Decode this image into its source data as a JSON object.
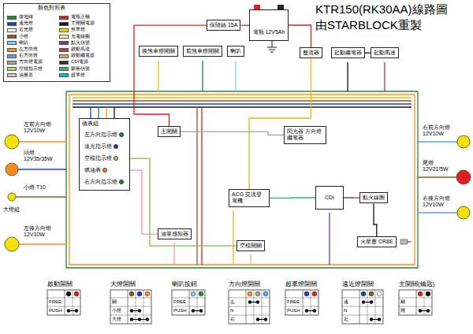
{
  "diagram": {
    "title": "KTR150(RK30AA)線路圖",
    "nodes": [
      {
        "text": [
          "儀表組"
        ]
      },
      {
        "text": [
          "左方向指示燈"
        ],
        "in": 0
      },
      {
        "text": [
          "遠光指示燈"
        ],
        "in": 0
      },
      {
        "text": [
          "空檔指示燈"
        ],
        "in": 0
      },
      {
        "text": [
          "燃油表"
        ],
        "in": 0
      },
      {
        "text": [
          "右方向指示燈"
        ],
        "in": 0
      },
      {
        "text": [
          "左前方向燈 12V10W"
        ]
      },
      {
        "text": [
          "頭燈 12V35/35W"
        ]
      },
      {
        "text": [
          "小燈 T10"
        ]
      },
      {
        "text": [
          "左後方向燈 12V10W"
        ]
      },
      {
        "text": [
          "右前方向燈 12V10W"
        ]
      },
      {
        "text": [
          "尾燈 12V21/5W"
        ]
      },
      {
        "text": [
          "右後方向燈 12V10W"
        ]
      },
      {
        "text": [
          "後煞車燈開關"
        ]
      },
      {
        "text": [
          "前煞車燈開關"
        ]
      },
      {
        "text": [
          "喇叭"
        ]
      },
      {
        "text": [
          "保險絲 15A"
        ]
      },
      {
        "text": [
          "電瓶 12V5Ah"
        ]
      },
      {
        "text": [
          "起動繼電器"
        ]
      },
      {
        "text": [
          "整流器"
        ]
      },
      {
        "text": [
          "起動馬達"
        ]
      },
      {
        "text": [
          "主開關"
        ]
      },
      {
        "text": [
          "ACG 交流發電機"
        ]
      },
      {
        "text": [
          "閃光器 方向燈繼電器"
        ]
      },
      {
        "text": [
          "CDI"
        ]
      },
      {
        "text": [
          "點火線圈"
        ]
      },
      {
        "text": [
          "火星塞 CR8E"
        ]
      },
      {
        "text": [
          "空檔開關"
        ]
      },
      {
        "text": [
          "油量感知器"
        ]
      }
    ],
    "edges": [
      {
        "from": 17,
        "to": 16,
        "arrow": "none"
      },
      {
        "from": 16,
        "to": 21,
        "arrow": "none"
      },
      {
        "from": 19,
        "to": 17,
        "arrow": "none"
      },
      {
        "from": 18,
        "to": 20,
        "arrow": "none"
      },
      {
        "from": 22,
        "to": 19,
        "arrow": "none"
      },
      {
        "from": 22,
        "to": 24,
        "arrow": "none"
      },
      {
        "from": 24,
        "to": 25,
        "arrow": "none"
      },
      {
        "from": 25,
        "to": 26,
        "arrow": "none"
      },
      {
        "from": 21,
        "to": 23,
        "arrow": "none"
      },
      {
        "from": 27,
        "to": 3,
        "arrow": "none"
      },
      {
        "from": 28,
        "to": 4,
        "arrow": "none"
      }
    ],
    "labels": [
      "由STARBLOCK重製",
      "顏色對照表",
      "大燈組",
      "啟動開關",
      "FREE",
      "PUSH",
      "大燈開關",
      "關",
      "小燈",
      "大燈",
      "喇叭按鈕",
      "FREE",
      "PUSH",
      "方向燈開關",
      "左",
      "N",
      "右",
      "超車燈開關",
      "FREE",
      "PUSH",
      "遠近燈開關",
      "遠",
      "N",
      "近",
      "主開關(鑰匙)",
      "關",
      "開"
    ],
    "legend": [
      {
        "text": "接地線",
        "color": "#1f8a3a"
      },
      {
        "text": "遠光燈",
        "color": "#1f3fbf"
      },
      {
        "text": "近光燈",
        "color": "#ffffff"
      },
      {
        "text": "小燈",
        "color": "#8a5a2b"
      },
      {
        "text": "喇叭",
        "color": "#7fd0f0"
      },
      {
        "text": "左方向燈",
        "color": "#ff8c1a"
      },
      {
        "text": "右方向燈",
        "color": "#5aa0ff"
      },
      {
        "text": "方向燈電源",
        "color": "#a0a0a0"
      },
      {
        "text": "空檔指示燈",
        "color": "#a6dc6e"
      },
      {
        "text": "油量表",
        "color": "#ffb0c0"
      },
      {
        "text": "電瓶正極",
        "color": "#e02020"
      },
      {
        "text": "主開關電源",
        "color": "#111111"
      },
      {
        "text": "煞車燈",
        "color": "#f2dc00"
      },
      {
        "text": "充電線圈",
        "color": "#ffff99"
      },
      {
        "text": "點火信號",
        "color": "#6a3d9a"
      },
      {
        "text": "啟動馬達",
        "color": "#c0392b"
      },
      {
        "text": "啟動繼電器",
        "color": "#d2a679"
      },
      {
        "text": "CDI電源",
        "color": "#333333"
      },
      {
        "text": "脈衝信號",
        "color": "#3cb371"
      },
      {
        "text": "超車燈",
        "color": "#00bcd4"
      }
    ]
  }
}
